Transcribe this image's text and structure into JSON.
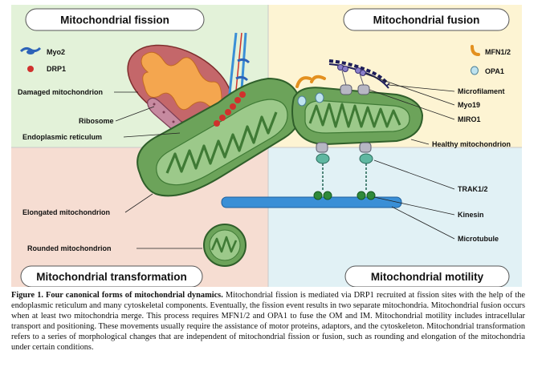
{
  "panels": {
    "fission": {
      "title": "Mitochondrial fission",
      "color": "#e3f2d9"
    },
    "fusion": {
      "title": "Mitochondrial fusion",
      "color": "#fdf4d3"
    },
    "transformation": {
      "title": "Mitochondrial transformation",
      "color": "#f6ddd2"
    },
    "motility": {
      "title": "Mitochondrial motility",
      "color": "#e1f1f5"
    }
  },
  "legend": {
    "myo2": "Myo2",
    "drp1": "DRP1",
    "mfn": "MFN1/2",
    "opa1": "OPA1"
  },
  "labels": {
    "damaged": "Damaged mitochondrion",
    "ribosome": "Ribosome",
    "er": "Endoplasmic reticulum",
    "microfilament": "Microfilament",
    "myo19": "Myo19",
    "miro1": "MIRO1",
    "healthy": "Healthy mitochondrion",
    "elongated": "Elongated mitochondrion",
    "rounded": "Rounded mitochondrion",
    "trak": "TRAK1/2",
    "kinesin": "Kinesin",
    "microtubule": "Microtubule"
  },
  "caption": {
    "bold": "Figure 1. Four canonical forms of mitochondrial dynamics.",
    "text": " Mitochondrial fission is mediated via DRP1 recruited at fission sites with the help of the endoplasmic reticulum and many cytoskeletal components. Eventually, the fission event results in two separate mitochondria. Mitochondrial fusion occurs when at least two mitochondria merge. This process requires MFN1/2 and OPA1 to fuse the OM and IM. Mitochondrial motility includes intracellular transport and positioning. These movements usually require the assistance of motor proteins, adaptors, and the cytoskeleton. Mitochondrial transformation refers to a series of morphological changes that are independent of mitochondrial fission or fusion, such as rounding and elongation of the mitochondria under certain conditions."
  }
}
